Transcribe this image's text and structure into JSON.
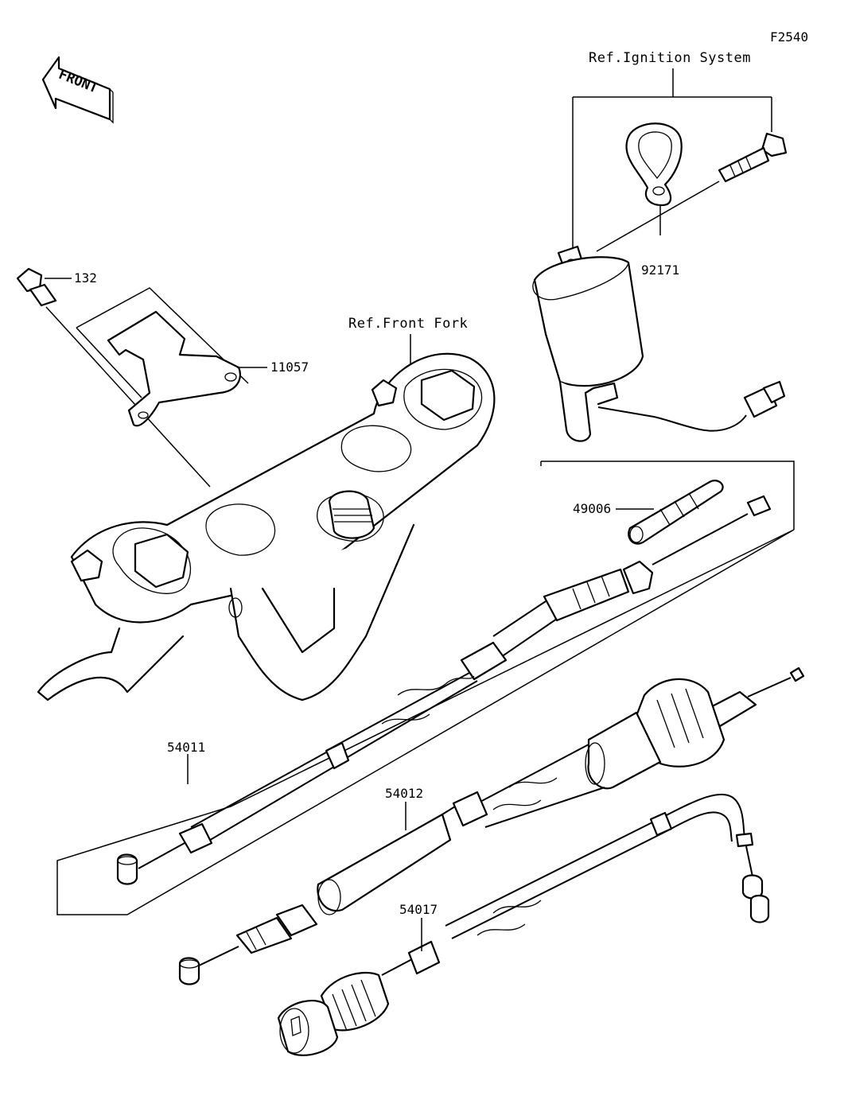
{
  "figure_code": "F2540",
  "front_badge": "FRONT",
  "references": {
    "ignition": "Ref.Ignition System",
    "front_fork": "Ref.Front Fork"
  },
  "parts": {
    "p132": "132",
    "p11057": "11057",
    "p92171": "92171",
    "p49006": "49006",
    "p54011": "54011",
    "p54012": "54012",
    "p54017": "54017"
  },
  "icons": [
    "front-arrow-icon"
  ]
}
